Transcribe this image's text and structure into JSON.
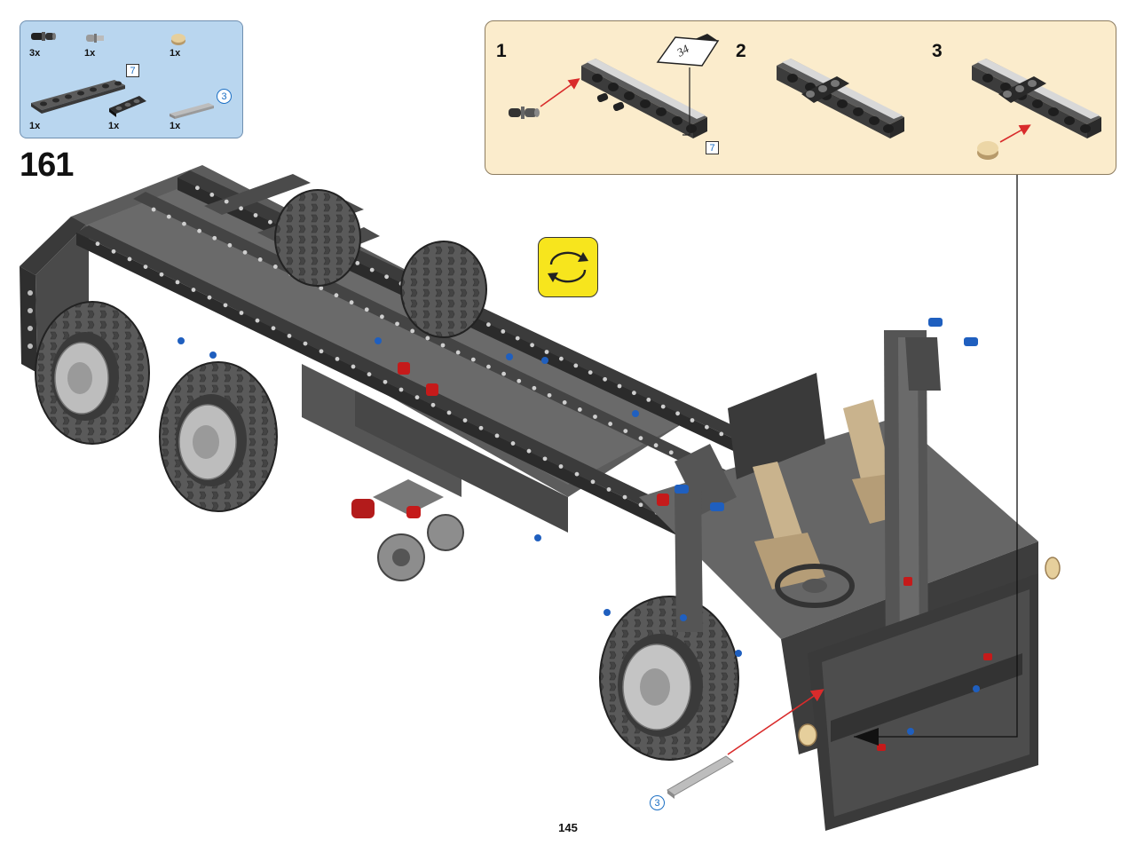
{
  "step": {
    "number": "161"
  },
  "page": {
    "number": "145"
  },
  "parts_list": {
    "items": [
      {
        "name": "pin-with-friction",
        "qty": "3x"
      },
      {
        "name": "axle-pin",
        "qty": "1x"
      },
      {
        "name": "tan-bush",
        "qty": "1x"
      },
      {
        "name": "beam-7",
        "qty": "1x",
        "length_marker": "7"
      },
      {
        "name": "beam-3",
        "qty": "1x"
      },
      {
        "name": "axle-3",
        "qty": "1x",
        "length_marker": "3"
      }
    ]
  },
  "callout": {
    "substeps": [
      {
        "label": "1"
      },
      {
        "label": "2"
      },
      {
        "label": "3"
      }
    ],
    "beam_length_marker": "7",
    "page_reference": "34"
  },
  "model_axle_marker": "3",
  "colors": {
    "parts_bg": "#b9d6ef",
    "callout_bg": "#fbeccc",
    "rotate_bg": "#f7e51d",
    "dark_gray": "#4a4a4a",
    "light_gray": "#a9a9a9",
    "tan": "#c9b38d",
    "blue_pin": "#1f5fbf",
    "red_part": "#c51a1a",
    "arrow_red": "#d92b2b"
  },
  "icons": {
    "rotate": "rotate-model-icon"
  }
}
